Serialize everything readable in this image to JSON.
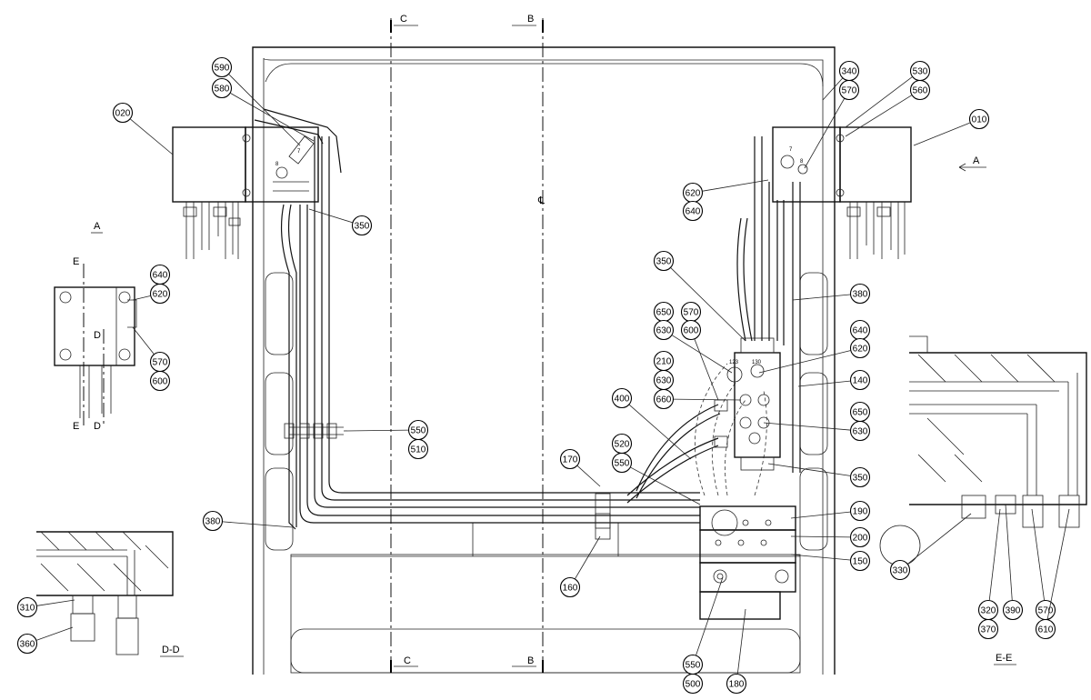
{
  "labels": {
    "l020": "020",
    "l010": "010",
    "l590": "590",
    "l580": "580",
    "l340": "340",
    "l570a": "570",
    "l530": "530",
    "l560": "560",
    "l350a": "350",
    "l620a": "620",
    "l640a": "640",
    "l350b": "350",
    "l380a": "380",
    "l650a": "650",
    "l630a": "630",
    "l570b": "570",
    "l600a": "600",
    "l640b": "640",
    "l620b": "620",
    "l210": "210",
    "l630b": "630",
    "l660": "660",
    "l140": "140",
    "l650b": "650",
    "l630c": "630",
    "l400": "400",
    "l520": "520",
    "l550a": "550",
    "l170": "170",
    "l350c": "350",
    "l190": "190",
    "l200": "200",
    "l150": "150",
    "l160": "160",
    "l380b": "380",
    "l550b": "550",
    "l510": "510",
    "l550c": "550",
    "l500": "500",
    "l180": "180",
    "l640c": "640",
    "l620c": "620",
    "l570c": "570",
    "l600b": "600",
    "l330": "330",
    "l320": "320",
    "l370": "370",
    "l390": "390",
    "l570d": "570",
    "l610": "610",
    "l310": "310",
    "l360": "360"
  },
  "sections": {
    "cTop": "C",
    "bTop": "B",
    "cBot": "C",
    "bBot": "B",
    "viewA": "A",
    "arrowA": "A",
    "eTop": "E",
    "eBot": "E",
    "dTop": "D",
    "dBot": "D",
    "dd": "D-D",
    "ee": "E-E",
    "cl": "℄"
  },
  "small": {
    "s7a": "7",
    "s8a": "8",
    "s7b": "7",
    "s8b": "8",
    "s123": "123",
    "s130": "130"
  }
}
